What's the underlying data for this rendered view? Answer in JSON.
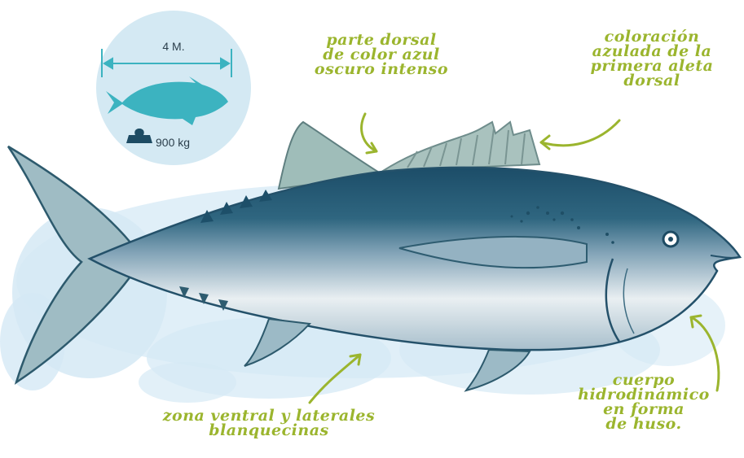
{
  "badge": {
    "length": "4 M.",
    "weight": "900 kg",
    "icons": [
      "measure-arrow-icon",
      "fish-silhouette-icon",
      "weight-icon"
    ],
    "circle_color": "#d4e9f3",
    "accent_color": "#3cb3c0"
  },
  "labels": {
    "dorsal": [
      "parte dorsal",
      "de color azul",
      "oscuro intenso"
    ],
    "fin": [
      "coloración",
      "azulada de la",
      "primera aleta",
      "dorsal"
    ],
    "ventral": [
      "zona ventral y laterales",
      "blanquecinas"
    ],
    "body": [
      "cuerpo",
      "hidrodinámico",
      "en forma",
      "de huso."
    ]
  },
  "colors": {
    "label": "#9bb52e",
    "fish_dark": "#1e4f69",
    "fish_mid": "#7e9fb3",
    "fish_light": "#eef2f4",
    "fin": "#a7c0bd",
    "splash": "#d3e8f4"
  }
}
